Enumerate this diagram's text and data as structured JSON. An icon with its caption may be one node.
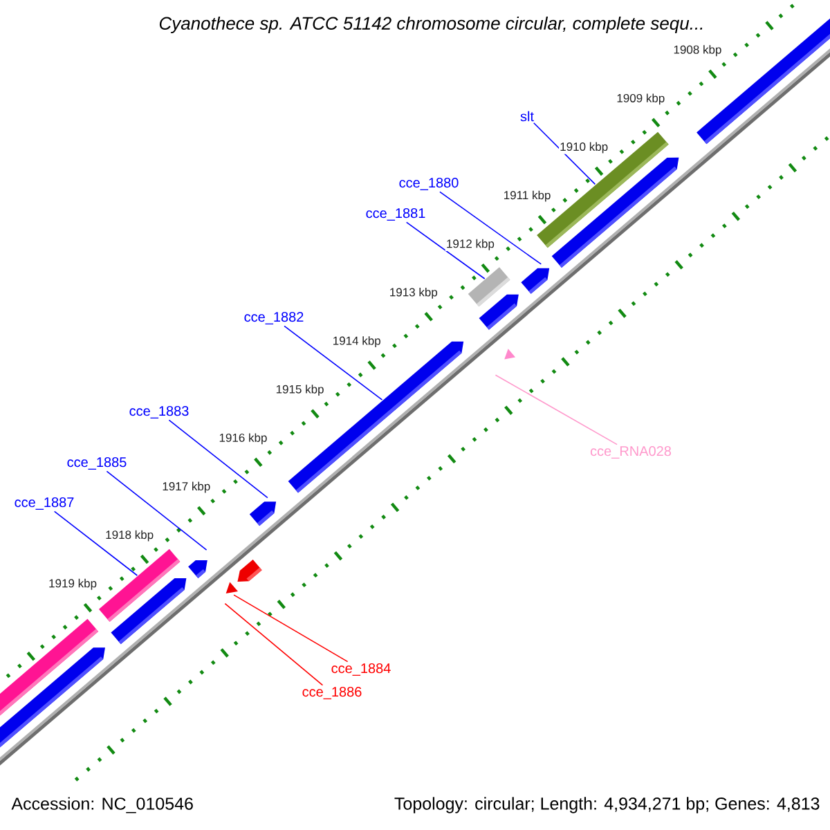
{
  "diagram": {
    "title": "Cyanothece sp. ATCC 51142 chromosome circular, complete sequ...",
    "nodes": [
      {
        "text": [
          "slt"
        ]
      },
      {
        "text": [
          "cce_1880"
        ]
      },
      {
        "text": [
          "cce_1881"
        ]
      },
      {
        "text": [
          "cce_1882"
        ]
      },
      {
        "text": [
          "cce_1883"
        ]
      },
      {
        "text": [
          "cce_RNA028"
        ]
      },
      {
        "text": [
          "cce_1885"
        ]
      },
      {
        "text": [
          "cce_1887"
        ]
      },
      {
        "text": [
          "cce_1884"
        ]
      },
      {
        "text": [
          "cce_1886"
        ]
      },
      {
        "text": [],
        "shape": "bar"
      },
      {
        "text": [],
        "shape": "pentagon"
      },
      {
        "text": [],
        "shape": "bar"
      },
      {
        "text": [],
        "shape": "pentagon"
      },
      {
        "text": [],
        "shape": "pentagon"
      },
      {
        "text": [],
        "shape": "triangle"
      },
      {
        "text": [],
        "shape": "pentagon"
      },
      {
        "text": [],
        "shape": "bar"
      },
      {
        "text": [],
        "shape": "pentagon"
      },
      {
        "text": [],
        "shape": "triangle"
      }
    ],
    "edges": [
      {
        "from": 0,
        "to": 10,
        "arrow": "none"
      },
      {
        "from": 1,
        "to": 11,
        "arrow": "none"
      },
      {
        "from": 2,
        "to": 12,
        "arrow": "none"
      },
      {
        "from": 3,
        "to": 13,
        "arrow": "none"
      },
      {
        "from": 4,
        "to": 14,
        "arrow": "none"
      },
      {
        "from": 5,
        "to": 15,
        "arrow": "none",
        "color": "#ff99cc"
      },
      {
        "from": 6,
        "to": 16,
        "arrow": "none"
      },
      {
        "from": 7,
        "to": 17,
        "arrow": "none"
      },
      {
        "from": 8,
        "to": 18,
        "arrow": "none",
        "color": "#ff0000"
      },
      {
        "from": 9,
        "to": 19,
        "arrow": "none",
        "color": "#ff0000"
      }
    ],
    "labels": [
      "1908 kbp",
      "1909 kbp",
      "1910 kbp",
      "1911 kbp",
      "1912 kbp",
      "1913 kbp",
      "1914 kbp",
      "1915 kbp",
      "1916 kbp",
      "1917 kbp",
      "1918 kbp",
      "1919 kbp",
      "Accession: NC_010546",
      "Topology: circular; Length: 4,934,271 bp; Genes: 4,813"
    ]
  }
}
